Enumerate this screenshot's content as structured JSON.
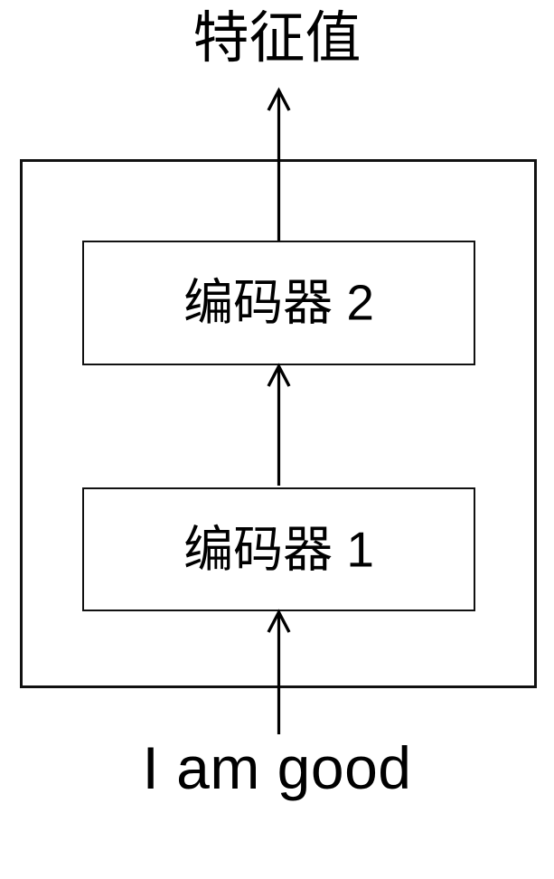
{
  "diagram": {
    "title_label": "特征值",
    "input_label": "I am good",
    "outer_container": {
      "name": "model-container",
      "border_color": "#111111"
    },
    "blocks": [
      {
        "id": "encoder-2",
        "label": "编码器 2"
      },
      {
        "id": "encoder-1",
        "label": "编码器 1"
      }
    ],
    "arrows": [
      {
        "id": "arrow-input-to-encoder-1",
        "from": "I am good",
        "to": "编码器 1",
        "direction": "up"
      },
      {
        "id": "arrow-encoder-1-to-encoder-2",
        "from": "编码器 1",
        "to": "编码器 2",
        "direction": "up"
      },
      {
        "id": "arrow-encoder-2-to-output",
        "from": "编码器 2",
        "to": "特征值",
        "direction": "up"
      }
    ],
    "colors": {
      "background": "#ffffff",
      "stroke": "#000000",
      "text": "#000000"
    }
  }
}
